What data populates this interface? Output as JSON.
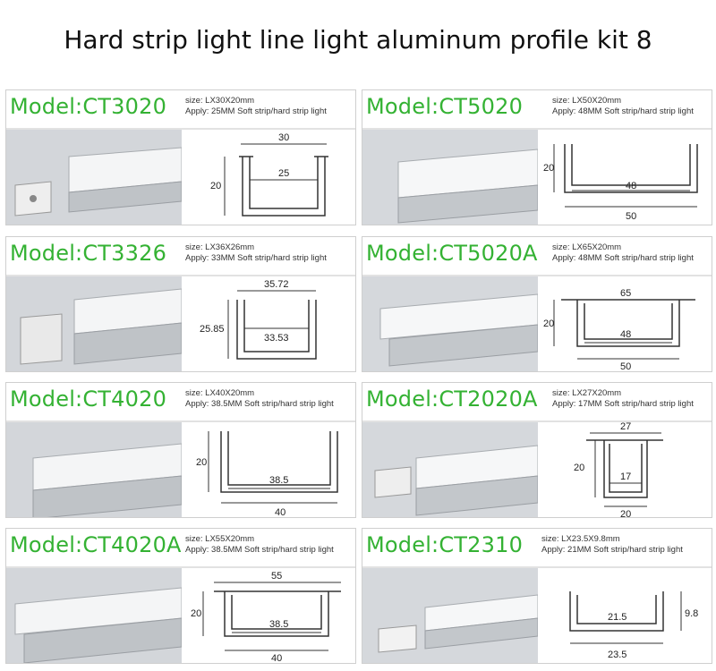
{
  "title": "Hard strip light line light aluminum profile kit 8",
  "cards": [
    {
      "model": "Model:CT3020",
      "size": "size: LX30X20mm",
      "apply": "Apply: 25MM Soft strip/hard strip light",
      "dims": {
        "top": "30",
        "inner": "25",
        "height": "20"
      }
    },
    {
      "model": "Model:CT5020",
      "size": "size: LX50X20mm",
      "apply": "Apply: 48MM Soft strip/hard strip light",
      "dims": {
        "inner": "48",
        "bottom": "50",
        "height": "20"
      }
    },
    {
      "model": "Model:CT3326",
      "size": "size: LX36X26mm",
      "apply": "Apply: 33MM Soft strip/hard strip light",
      "dims": {
        "top": "35.72",
        "inner": "33.53",
        "height": "25.85"
      }
    },
    {
      "model": "Model:CT5020A",
      "size": "size: LX65X20mm",
      "apply": "Apply: 48MM Soft strip/hard strip light",
      "dims": {
        "top": "65",
        "inner": "48",
        "bottom": "50",
        "height": "20"
      }
    },
    {
      "model": "Model:CT4020",
      "size": "size: LX40X20mm",
      "apply": "Apply: 38.5MM Soft strip/hard strip light",
      "dims": {
        "inner": "38.5",
        "bottom": "40",
        "height": "20"
      }
    },
    {
      "model": "Model:CT2020A",
      "size": "size: LX27X20mm",
      "apply": "Apply: 17MM Soft strip/hard strip light",
      "dims": {
        "top": "27",
        "inner": "17",
        "bottom": "20",
        "height": "20"
      }
    },
    {
      "model": "Model:CT4020A",
      "size": "size: LX55X20mm",
      "apply": "Apply: 38.5MM Soft strip/hard strip light",
      "dims": {
        "top": "55",
        "inner": "38.5",
        "bottom": "40",
        "height": "20"
      }
    },
    {
      "model": "Model:CT2310",
      "size": "size: LX23.5X9.8mm",
      "apply": "Apply: 21MM Soft strip/hard strip light",
      "dims": {
        "inner": "21.5",
        "bottom": "23.5",
        "height": "9.8"
      }
    }
  ],
  "colors": {
    "model_green": "#34b233",
    "border": "#cfcfcf"
  }
}
